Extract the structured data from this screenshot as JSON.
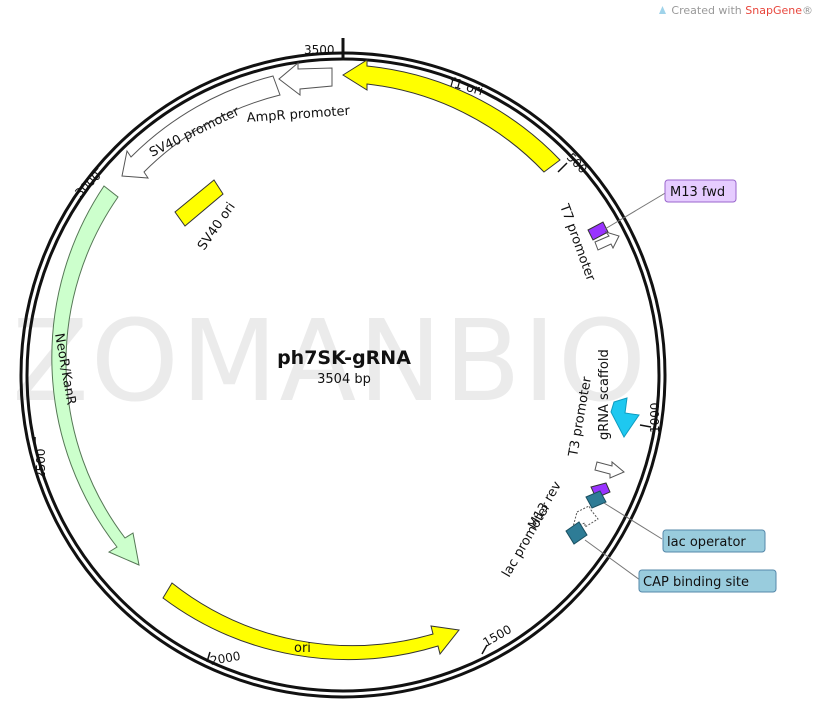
{
  "credit": {
    "prefix": "Created with ",
    "brand": "SnapGene",
    "suffix": "®"
  },
  "watermark": "ZOMANBIO",
  "plasmid": {
    "name": "ph7SK-gRNA",
    "size_label": "3504 bp"
  },
  "ticks": [
    "3500",
    "500",
    "1000",
    "1500",
    "2000",
    "2500",
    "3000"
  ],
  "features": {
    "f1_ori": "f1 ori",
    "ampr_promoter": "AmpR promoter",
    "sv40_promoter": "SV40 promoter",
    "sv40_ori": "SV40 ori",
    "neor_kanr": "NeoR/KanR",
    "ori": "ori",
    "t7_promoter": "T7 promoter",
    "grna_scaffold": "gRNA scaffold",
    "t3_promoter": "T3 promoter",
    "m13_rev": "M13 rev",
    "lac_promoter": "lac promoter"
  },
  "callouts": {
    "m13_fwd": "M13 fwd",
    "lac_operator": "lac operator",
    "cap_binding_site": "CAP binding site"
  },
  "colors": {
    "yellow": "#ffff00",
    "neo_green": "#ccffcc",
    "cyan": "#1ec8f0",
    "purple": "#9933ff",
    "teal": "#2e7c96",
    "callout_purple": "#e6ccff",
    "callout_blue": "#99ccdd"
  }
}
